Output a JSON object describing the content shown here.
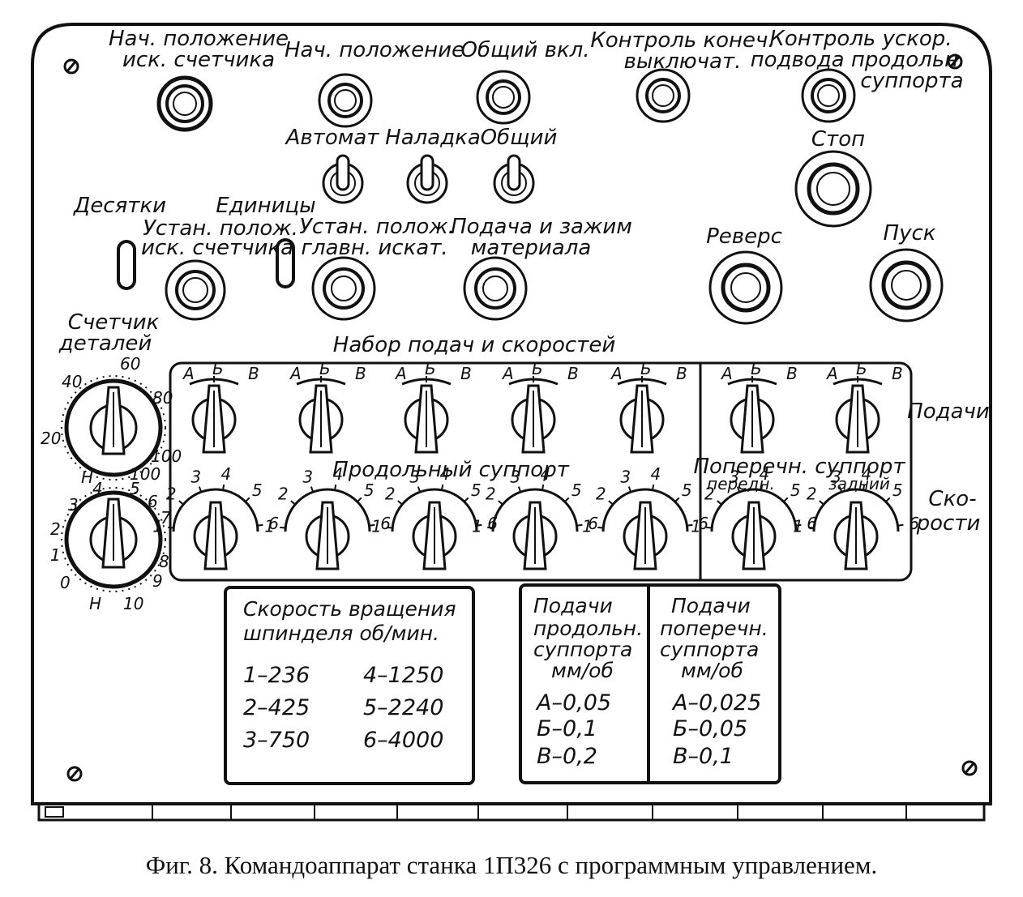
{
  "labels": {
    "nach_iskat_1": "Нач. положение",
    "nach_iskat_2": "иск. счетчика",
    "nach_pol": "Нач. положение",
    "obshchiy_vkl": "Общий вкл.",
    "kontrol_konech_1": "Контроль конеч.",
    "kontrol_konech_2": "выключат.",
    "kontrol_uskor_1": "Контроль ускор.",
    "kontrol_uskor_2": "подвода продольн.",
    "kontrol_uskor_3": "суппорта",
    "avtomat": "Автомат",
    "naladka": "Наладка",
    "obshchiy": "Общий",
    "stop": "Стоп",
    "desyatki": "Десятки",
    "edinitsy": "Единицы",
    "ustan_isk_1": "Устан. полож.",
    "ustan_isk_2": "иск. счетчика",
    "ustan_glavn_1": "Устан. полож.",
    "ustan_glavn_2": "главн. искат.",
    "podacha_1": "Подача и зажим",
    "podacha_2": "материала",
    "revers": "Реверс",
    "pusk": "Пуск",
    "schetchik_1": "Счетчик",
    "schetchik_2": "деталей",
    "nabor": "Набор подач и скоростей",
    "prodolny": "Продольный суппорт",
    "poperechn": "Поперечн. суппорт",
    "peredn": "передн.",
    "zadniy": "задний",
    "podachi": "Подачи",
    "skorosti_1": "Ско-",
    "skorosti_2": "рости"
  },
  "dial_tens": [
    "40",
    "60",
    "80",
    "100",
    "20",
    "Н",
    "100"
  ],
  "dial_units": [
    "4",
    "5",
    "3",
    "6",
    "2",
    "7",
    "1",
    "8",
    "0",
    "9",
    "Н",
    "10"
  ],
  "abv": [
    "А",
    "Б",
    "В"
  ],
  "speed_numbers": [
    "1",
    "2",
    "3",
    "4",
    "5",
    "6"
  ],
  "table_speed": {
    "title_1": "Скорость вращения",
    "title_2": "шпинделя об/мин.",
    "rows": [
      "1–236",
      "4–1250",
      "2–425",
      "5–2240",
      "3–750",
      "6–4000"
    ]
  },
  "table_feed_long": {
    "title_1": "Подачи",
    "title_2": "продольн.",
    "title_3": "суппорта",
    "title_4": "мм/об",
    "rows": [
      "А–0,05",
      "Б–0,1",
      "В–0,2"
    ]
  },
  "table_feed_cross": {
    "title_1": "Подачи",
    "title_2": "поперечн.",
    "title_3": "суппорта",
    "title_4": "мм/об",
    "rows": [
      "А–0,025",
      "Б–0,05",
      "В–0,1"
    ]
  },
  "caption": "Фиг. 8. Командоаппарат станка 1П326 с программным управлением."
}
